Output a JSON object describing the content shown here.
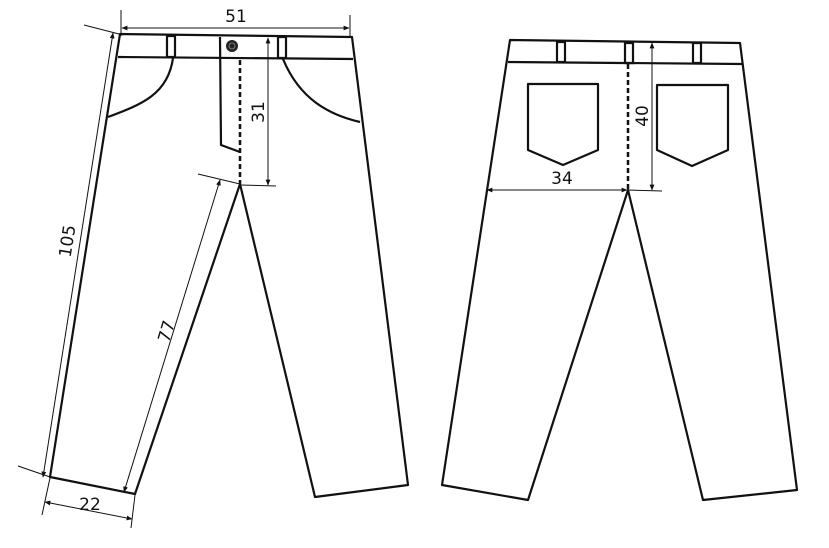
{
  "front": {
    "waist_width": "51",
    "rise": "31",
    "outseam": "105",
    "inseam": "77",
    "hem_width": "22"
  },
  "back": {
    "back_rise": "40",
    "hip_half": "34"
  }
}
